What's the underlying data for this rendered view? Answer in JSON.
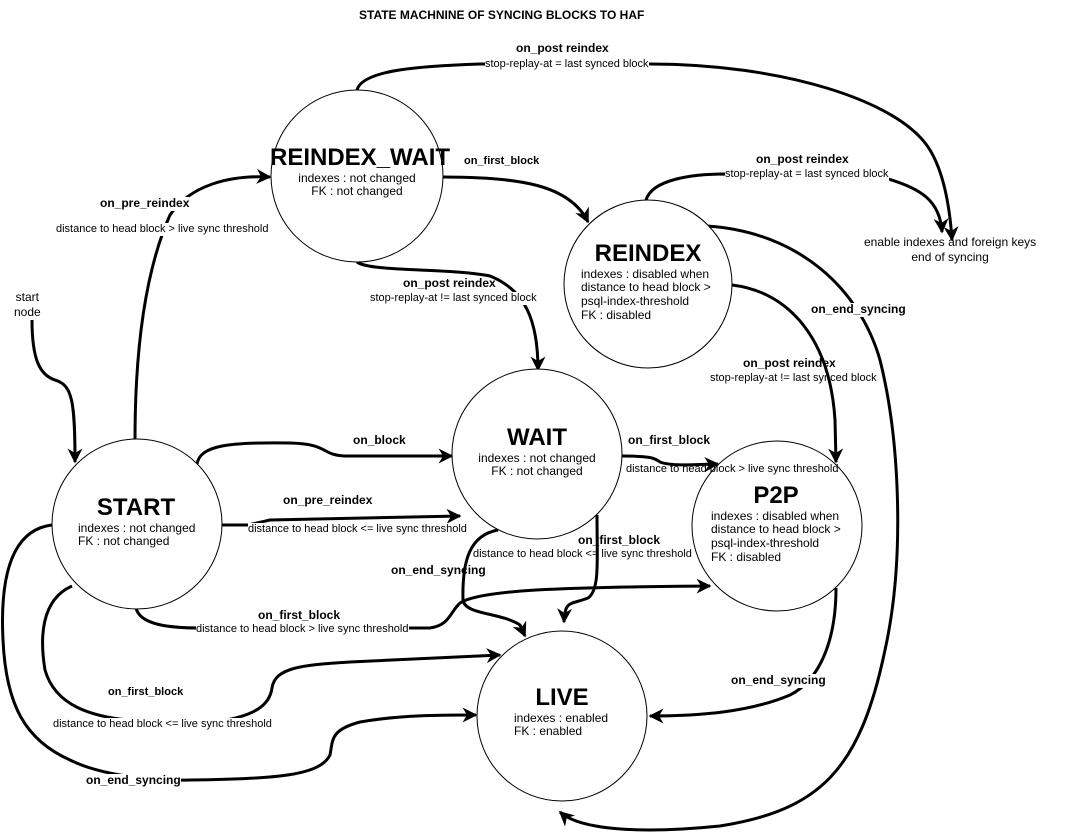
{
  "title": "STATE MACHNINE OF SYNCING BLOCKS TO HAF",
  "start_node_label": "start\nnode",
  "end_label": [
    "enable indexes and foreign keys",
    "end of syncing"
  ],
  "states": {
    "reindex_wait": {
      "name": "REINDEX_WAIT",
      "desc": [
        "indexes : not changed",
        "FK : not changed"
      ]
    },
    "reindex": {
      "name": "REINDEX",
      "desc": [
        "indexes : disabled when",
        "distance to head block >",
        "psql-index-threshold",
        "FK : disabled"
      ]
    },
    "start": {
      "name": "START",
      "desc": [
        "indexes : not changed",
        "FK : not changed"
      ]
    },
    "wait": {
      "name": "WAIT",
      "desc": [
        "indexes : not changed",
        "FK : not changed"
      ]
    },
    "p2p": {
      "name": "P2P",
      "desc": [
        "indexes : disabled when",
        "distance to head block >",
        "psql-index-threshold",
        "FK : disabled"
      ]
    },
    "live": {
      "name": "LIVE",
      "desc": [
        "indexes : enabled",
        "FK : enabled"
      ]
    }
  },
  "transitions": [
    {
      "id": "rw-end",
      "from": "REINDEX_WAIT",
      "to": "end",
      "event": "on_post reindex",
      "condition": "stop-replay-at = last synced block"
    },
    {
      "id": "start-rw",
      "from": "START",
      "to": "REINDEX_WAIT",
      "event": "on_pre_reindex",
      "condition": "distance to head block > live sync threshold"
    },
    {
      "id": "rw-reindex",
      "from": "REINDEX_WAIT",
      "to": "REINDEX",
      "event": "on_first_block",
      "condition": ""
    },
    {
      "id": "reindex-end",
      "from": "REINDEX",
      "to": "end",
      "event": "on_post reindex",
      "condition": "stop-replay-at = last synced block"
    },
    {
      "id": "rw-wait",
      "from": "REINDEX_WAIT",
      "to": "WAIT",
      "event": "on_post reindex",
      "condition": "stop-replay-at != last synced block"
    },
    {
      "id": "reindex-live",
      "from": "REINDEX",
      "to": "LIVE",
      "event": "on_end_syncing",
      "condition": ""
    },
    {
      "id": "reindex-p2p",
      "from": "REINDEX",
      "to": "P2P",
      "event": "on_post reindex",
      "condition": "stop-replay-at != last synced block"
    },
    {
      "id": "start-wait-block",
      "from": "START",
      "to": "WAIT",
      "event": "on_block",
      "condition": ""
    },
    {
      "id": "wait-p2p",
      "from": "WAIT",
      "to": "P2P",
      "event": "on_first_block",
      "condition": "distance to head block > live sync threshold"
    },
    {
      "id": "start-wait-pre",
      "from": "START",
      "to": "WAIT",
      "event": "on_pre_reindex",
      "condition": "distance to head block <= live sync threshold"
    },
    {
      "id": "wait-live-first",
      "from": "WAIT",
      "to": "LIVE",
      "event": "on_first_block",
      "condition": "distance to head block <= live sync threshold"
    },
    {
      "id": "wait-live-end",
      "from": "WAIT",
      "to": "LIVE",
      "event": "on_end_syncing",
      "condition": ""
    },
    {
      "id": "start-p2p",
      "from": "START",
      "to": "P2P",
      "event": "on_first_block",
      "condition": "distance to head block > live sync threshold"
    },
    {
      "id": "start-live-first",
      "from": "START",
      "to": "LIVE",
      "event": "on_first_block",
      "condition": "distance to head block <= live sync threshold"
    },
    {
      "id": "p2p-live",
      "from": "P2P",
      "to": "LIVE",
      "event": "on_end_syncing",
      "condition": ""
    },
    {
      "id": "start-live-end",
      "from": "START",
      "to": "LIVE",
      "event": "on_end_syncing",
      "condition": ""
    }
  ]
}
